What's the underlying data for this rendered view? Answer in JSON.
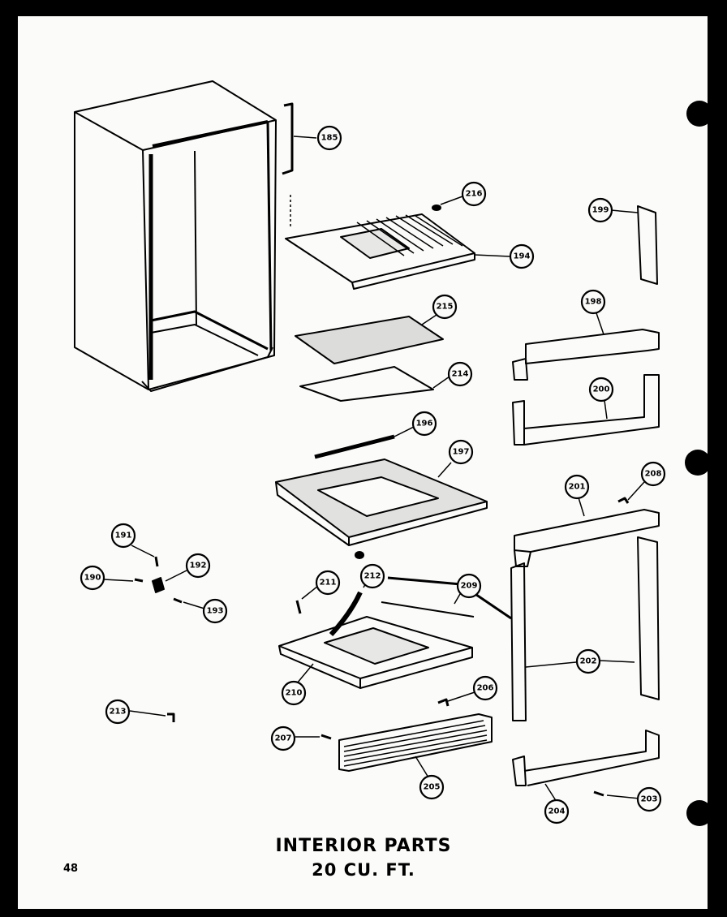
{
  "title": {
    "line1": "INTERIOR PARTS",
    "line2": "20 CU. FT."
  },
  "page_number": "48",
  "colors": {
    "ink": "#000000",
    "paper": "#fbfbfa"
  },
  "callouts": [
    {
      "id": "c185",
      "label": "185"
    },
    {
      "id": "c216",
      "label": "216"
    },
    {
      "id": "c199",
      "label": "199"
    },
    {
      "id": "c194",
      "label": "194"
    },
    {
      "id": "c215",
      "label": "215"
    },
    {
      "id": "c198",
      "label": "198"
    },
    {
      "id": "c214",
      "label": "214"
    },
    {
      "id": "c200",
      "label": "200"
    },
    {
      "id": "c196",
      "label": "196"
    },
    {
      "id": "c197",
      "label": "197"
    },
    {
      "id": "c201",
      "label": "201"
    },
    {
      "id": "c208",
      "label": "208"
    },
    {
      "id": "c191",
      "label": "191"
    },
    {
      "id": "c192",
      "label": "192"
    },
    {
      "id": "c190",
      "label": "190"
    },
    {
      "id": "c193",
      "label": "193"
    },
    {
      "id": "c211",
      "label": "211"
    },
    {
      "id": "c212",
      "label": "212"
    },
    {
      "id": "c209",
      "label": "209"
    },
    {
      "id": "c202",
      "label": "202"
    },
    {
      "id": "c210",
      "label": "210"
    },
    {
      "id": "c206",
      "label": "206"
    },
    {
      "id": "c213",
      "label": "213"
    },
    {
      "id": "c207",
      "label": "207"
    },
    {
      "id": "c205",
      "label": "205"
    },
    {
      "id": "c204",
      "label": "204"
    },
    {
      "id": "c203",
      "label": "203"
    }
  ]
}
